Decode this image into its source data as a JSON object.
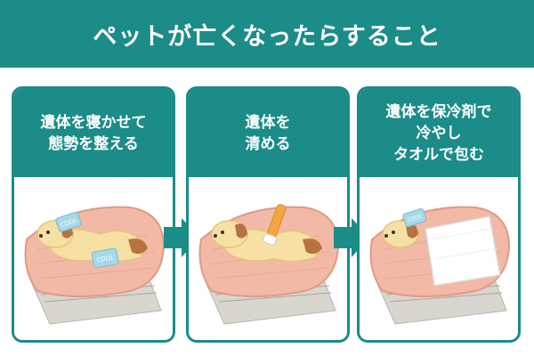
{
  "header": {
    "title": "ペットが亡くなったらすること"
  },
  "steps": [
    {
      "title": "遺体を寝かせて\n態勢を整える"
    },
    {
      "title": "遺体を\n清める"
    },
    {
      "title": "遺体を保冷剤で\n冷やし\nタオルで包む"
    }
  ],
  "colors": {
    "accent": "#1b8c88",
    "towel": "#f2b9a6",
    "dog": "#f7e0a3",
    "ear": "#b5733f"
  },
  "icons": {
    "cool_pack_text": "COOL",
    "arrow": "right-arrow-icon"
  }
}
